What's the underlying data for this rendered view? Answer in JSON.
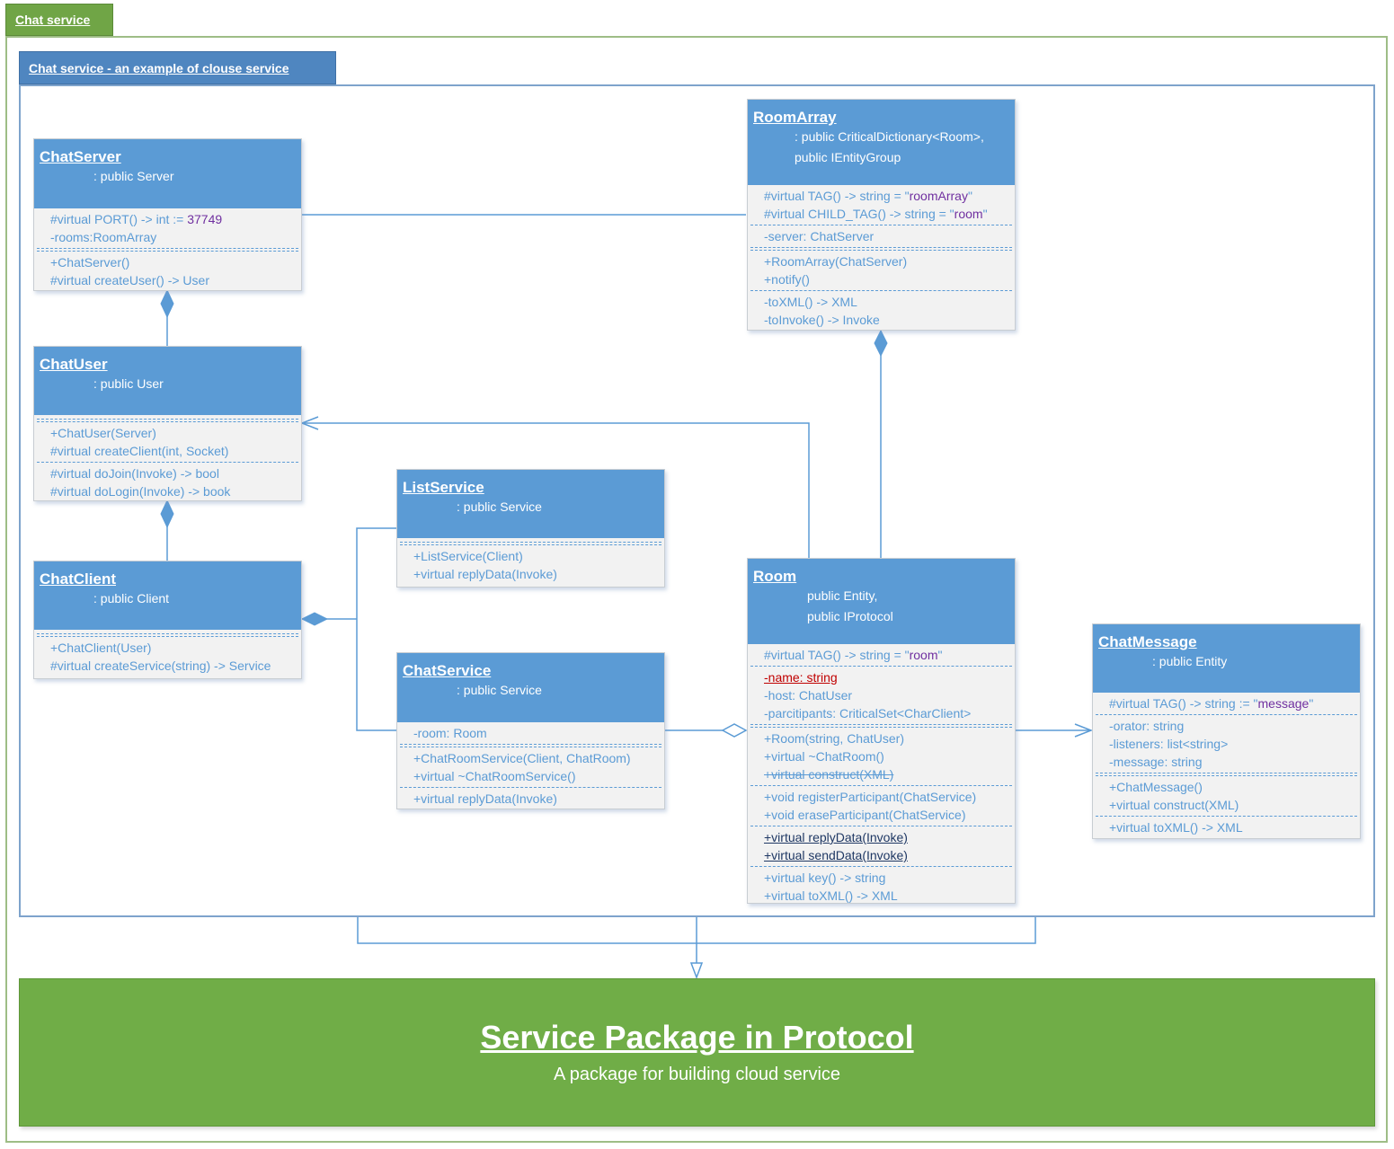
{
  "outer_tab": "Chat service",
  "inner_tab": "Chat service - an example of clouse service",
  "colors": {
    "class_header": "#5b9bd5",
    "member_text": "#5b9bd5",
    "literal": "#7030a0",
    "package_green": "#70ad47",
    "frame_blue": "#4f86c0"
  },
  "classes": {
    "chatserver": {
      "name": "ChatServer",
      "base": [
        ": public Server"
      ],
      "rows": [
        "#virtual PORT() -> int := ",
        "37749",
        "-rooms:RoomArray",
        "+ChatServer()",
        "#virtual createUser() -> User"
      ]
    },
    "roomarray": {
      "name": "RoomArray",
      "base": [
        ": public CriticalDictionary<Room>,",
        "public IEntityGroup"
      ],
      "rows": [
        "#virtual TAG() -> string = \"",
        "roomArray",
        "\"",
        "#virtual CHILD_TAG() -> string = \"",
        "room",
        "\"",
        "-server: ChatServer",
        "+RoomArray(ChatServer)",
        "+notify()",
        "-toXML() -> XML",
        "-toInvoke() -> Invoke"
      ]
    },
    "chatuser": {
      "name": "ChatUser",
      "base": [
        ": public User"
      ],
      "rows": [
        "+ChatUser(Server)",
        "#virtual createClient(int, Socket)",
        "#virtual doJoin(Invoke) -> bool",
        "#virtual doLogin(Invoke) -> book"
      ]
    },
    "chatclient": {
      "name": "ChatClient",
      "base": [
        ": public Client"
      ],
      "rows": [
        "+ChatClient(User)",
        "#virtual createService(string) -> Service"
      ]
    },
    "listservice": {
      "name": "ListService",
      "base": [
        ": public Service"
      ],
      "rows": [
        "+ListService(Client)",
        "+virtual replyData(Invoke)"
      ]
    },
    "chatservice": {
      "name": "ChatService",
      "base": [
        ": public Service"
      ],
      "rows": [
        "-room: Room",
        "+ChatRoomService(Client, ChatRoom)",
        "+virtual ~ChatRoomService()",
        "+virtual replyData(Invoke)"
      ]
    },
    "room": {
      "name": "Room",
      "base": [
        "public Entity,",
        "public IProtocol"
      ],
      "rows": [
        "#virtual TAG() -> string = \"",
        "room",
        "\"",
        "-name: string",
        "-host: ChatUser",
        "-parcitipants: CriticalSet<CharClient>",
        "+Room(string, ChatUser)",
        "+virtual ~ChatRoom()",
        "+virtual construct(XML)",
        "+void registerParticipant(ChatService)",
        "+void eraseParticipant(ChatService)",
        "+virtual replyData(Invoke)",
        "+virtual sendData(Invoke)",
        "+virtual key() -> string",
        "+virtual toXML() -> XML"
      ]
    },
    "chatmessage": {
      "name": "ChatMessage",
      "base": [
        ": public Entity"
      ],
      "rows": [
        "#virtual TAG() -> string := \"",
        "message",
        "\"",
        "-orator: string",
        "-listeners: list<string>",
        "-message: string",
        "+ChatMessage()",
        "+virtual construct(XML)",
        "+virtual toXML() -> XML"
      ]
    }
  },
  "package": {
    "title": "Service Package in Protocol",
    "subtitle": "A package for building cloud service"
  }
}
